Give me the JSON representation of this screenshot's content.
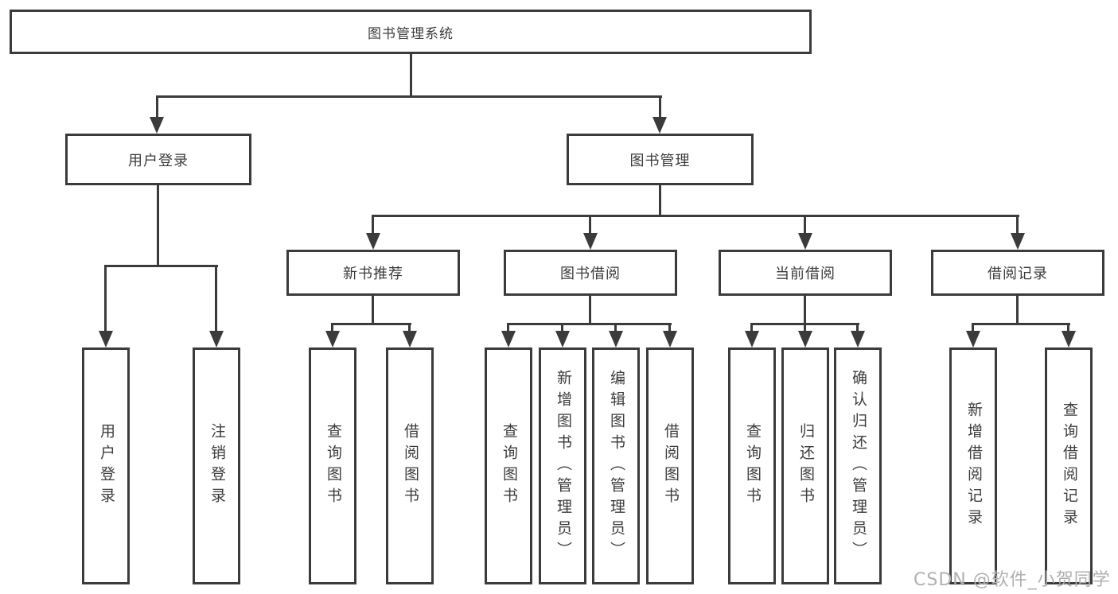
{
  "tree": {
    "root": "图书管理系统",
    "user_login_branch": {
      "label": "用户登录",
      "children": [
        "用户登录",
        "注销登录"
      ]
    },
    "book_mgmt_branch": {
      "label": "图书管理",
      "children": [
        {
          "label": "新书推荐",
          "children": [
            "查询图书",
            "借阅图书"
          ]
        },
        {
          "label": "图书借阅",
          "children": [
            "查询图书",
            "新增图书（管理员）",
            "编辑图书（管理员）",
            "借阅图书"
          ]
        },
        {
          "label": "当前借阅",
          "children": [
            "查询图书",
            "归还图书",
            "确认归还（管理员）"
          ]
        },
        {
          "label": "借阅记录",
          "children": [
            "新增借阅记录",
            "查询借阅记录"
          ]
        }
      ]
    }
  },
  "watermark": "CSDN @软件_小贺同学",
  "colors": {
    "line": "#3b3b3b",
    "text": "#3c3c3c",
    "background": "#ffffff",
    "watermark": "#b0b0b0"
  }
}
